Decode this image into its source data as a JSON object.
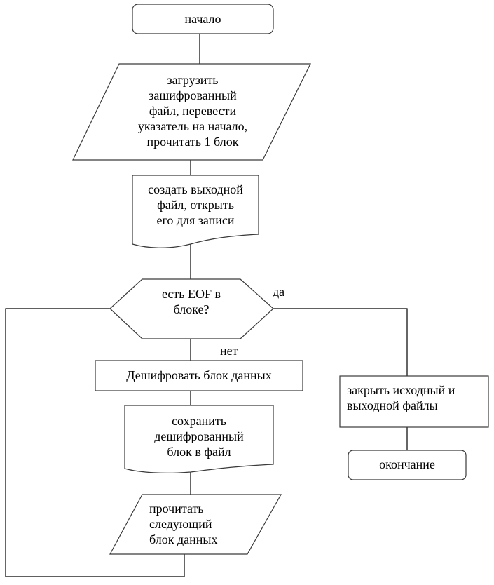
{
  "flowchart": {
    "nodes": {
      "start": {
        "type": "terminator",
        "text": "начало"
      },
      "load": {
        "type": "input-output",
        "text": "загрузить\nзашифрованный\nфайл, перевести\nуказатель на начало,\nпрочитать 1 блок"
      },
      "create": {
        "type": "document",
        "text": "создать выходной\nфайл, открыть\nего для записи"
      },
      "check_eof": {
        "type": "decision",
        "text": "есть EOF в\nблоке?"
      },
      "decrypt": {
        "type": "process",
        "text": "Дешифровать блок данных"
      },
      "save": {
        "type": "document",
        "text": "сохранить\nдешифрованный\nблок в файл"
      },
      "read_next": {
        "type": "input-output",
        "text": "прочитать\nследующий\nблок данных"
      },
      "close": {
        "type": "process",
        "text": "закрыть исходный и\nвыходной файлы"
      },
      "end": {
        "type": "terminator",
        "text": "окончание"
      }
    },
    "edges": {
      "yes_label": "да",
      "no_label": "нет"
    },
    "connections": [
      [
        "start",
        "load"
      ],
      [
        "load",
        "create"
      ],
      [
        "create",
        "check_eof"
      ],
      [
        "check_eof",
        "decrypt",
        "нет"
      ],
      [
        "check_eof",
        "close",
        "да"
      ],
      [
        "decrypt",
        "save"
      ],
      [
        "save",
        "read_next"
      ],
      [
        "read_next",
        "check_eof"
      ],
      [
        "close",
        "end"
      ]
    ]
  }
}
